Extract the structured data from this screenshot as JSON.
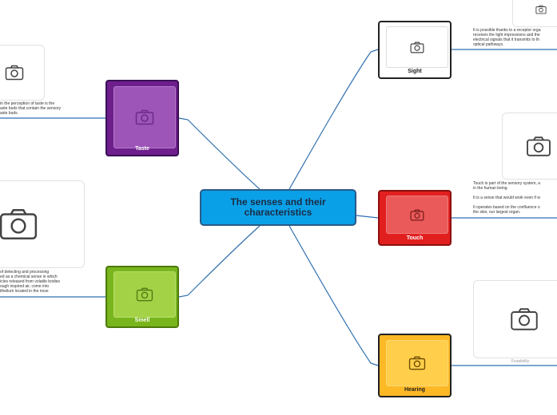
{
  "central": {
    "title": "The senses and their characteristics"
  },
  "colors": {
    "central": "#0aa0e8",
    "taste": "#6e1f8c",
    "smell": "#79b51c",
    "sight": "#ffffff",
    "touch": "#e21f1f",
    "hearing": "#fdb825",
    "connector": "#2f6fb0"
  },
  "icons": {
    "image_placeholder": "camera-icon"
  },
  "nodes": {
    "sight": {
      "label": "Sight",
      "desc": "It is possible thanks to a receptor orga\nreceives the light impressions and the\nelectrical signals that it transmits to th\noptical pathways."
    },
    "touch": {
      "label": "Touch",
      "desc": "Touch is part of the sensory system, a\nin the human being.\n\nIt is a sense that would work even if w\n\nIt operates based on the confluence o\nthe skin, our largest organ."
    },
    "hearing": {
      "label": "Hearing",
      "caption": "Feasibility"
    },
    "taste": {
      "label": "Taste",
      "desc": "in the perception of taste is the\naste buds that contain the sensory\naste buds."
    },
    "smell": {
      "label": "Smell",
      "desc": "of detecting and processing\ned as a chemical sense in which\nicles released from volatile bodies\nough inspired air, come into\nithelium located in the nose"
    }
  }
}
